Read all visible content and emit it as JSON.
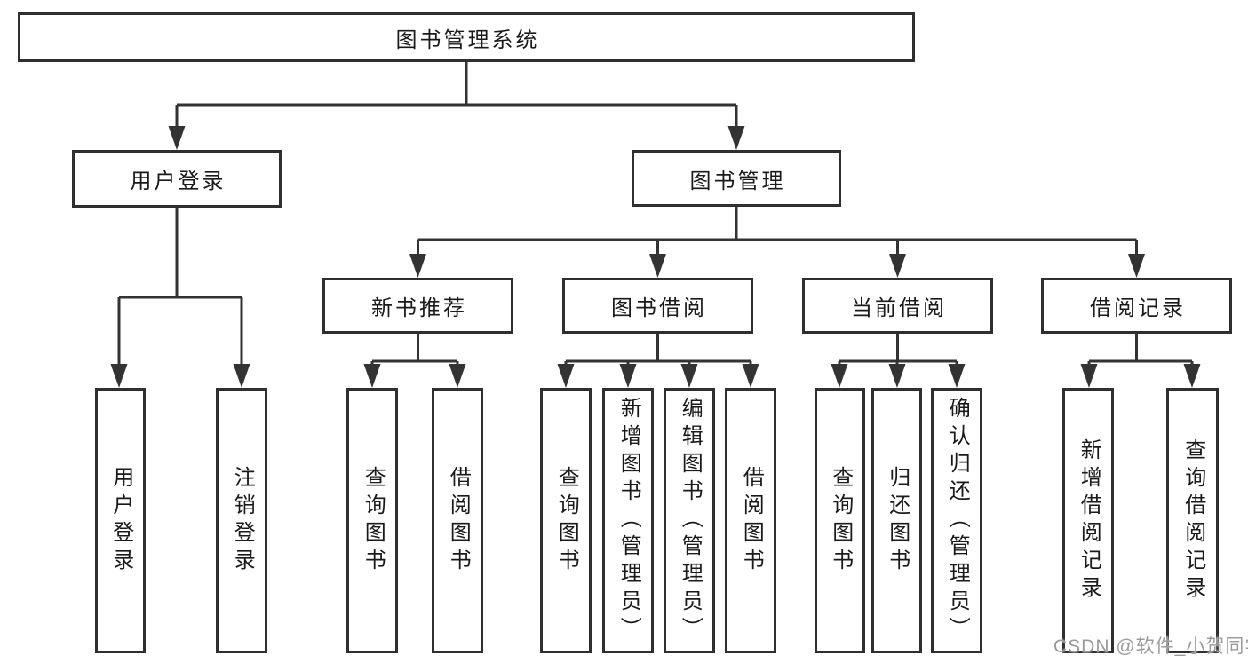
{
  "nodes": {
    "root": "图书管理系统",
    "userLogin": "用户登录",
    "bookMgmt": "图书管理",
    "newBookRec": "新书推荐",
    "bookBorrow": "图书借阅",
    "currentBorrow": "当前借阅",
    "borrowRecord": "借阅记录",
    "ulUserLogin": "用户登录",
    "ulLogout": "注销登录",
    "nbrQueryBook": "查询图书",
    "nbrBorrowBook": "借阅图书",
    "bbQueryBook": "查询图书",
    "bbAddBook": "新增图书（管理员）",
    "bbEditBook": "编辑图书（管理员）",
    "bbBorrowBook": "借阅图书",
    "cbQueryBook": "查询图书",
    "cbReturnBook": "归还图书",
    "cbConfirmReturn": "确认归还（管理员）",
    "brAddRecord": "新增借阅记录",
    "brQueryRecord": "查询借阅记录"
  },
  "hierarchy": {
    "图书管理系统": {
      "用户登录": [
        "用户登录",
        "注销登录"
      ],
      "图书管理": {
        "新书推荐": [
          "查询图书",
          "借阅图书"
        ],
        "图书借阅": [
          "查询图书",
          "新增图书（管理员）",
          "编辑图书（管理员）",
          "借阅图书"
        ],
        "当前借阅": [
          "查询图书",
          "归还图书",
          "确认归还（管理员）"
        ],
        "借阅记录": [
          "新增借阅记录",
          "查询借阅记录"
        ]
      }
    }
  },
  "colors": {
    "line": "#333333",
    "border": "#2f2f2f",
    "text": "#1a1a1a",
    "watermark": "#9b9b9b",
    "background": "#ffffff"
  },
  "watermark": "CSDN @软件_小贺同学"
}
